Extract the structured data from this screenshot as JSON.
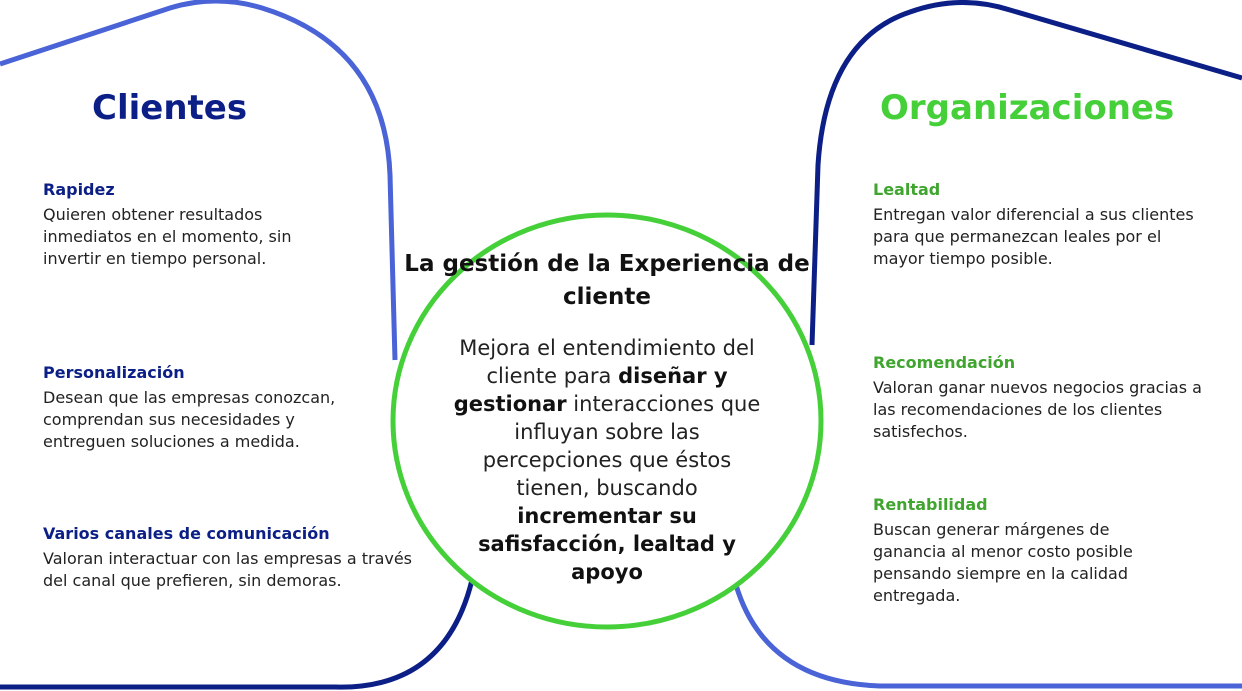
{
  "colors": {
    "left_accent": "#0c1f86",
    "right_accent": "#45d03a",
    "outline_light_blue": "#4a63d6",
    "outline_dark_blue": "#0c1f86",
    "circle_green": "#45d03a"
  },
  "left": {
    "heading": "Clientes",
    "items": [
      {
        "title": "Rapidez",
        "text": "Quieren obtener resultados inmediatos en el momento, sin invertir en tiempo personal."
      },
      {
        "title": "Personalización",
        "text": "Desean que las empresas conozcan, comprendan sus necesidades y entreguen soluciones a medida."
      },
      {
        "title": "Varios canales de comunicación",
        "text": "Valoran interactuar con las empresas a través del canal que prefieren, sin demoras."
      }
    ]
  },
  "right": {
    "heading": "Organizaciones",
    "items": [
      {
        "title": "Lealtad",
        "text": "Entregan valor diferencial a sus clientes para que permanezcan leales por el mayor tiempo posible."
      },
      {
        "title": "Recomendación",
        "text": "Valoran ganar nuevos negocios gracias a las recomendaciones de los clientes satisfechos."
      },
      {
        "title": "Rentabilidad",
        "text": "Buscan generar márgenes de ganancia al menor costo posible pensando siempre en la calidad entregada."
      }
    ]
  },
  "center": {
    "title": "La gestión de la Experiencia de cliente",
    "body_1": "Mejora el entendimiento del cliente para ",
    "body_bold_1": "diseñar y gestionar",
    "body_2": " interacciones que influyan sobre las percepciones que éstos tienen, buscando ",
    "body_bold_2": "incrementar su safisfacción, lealtad y apoyo"
  }
}
